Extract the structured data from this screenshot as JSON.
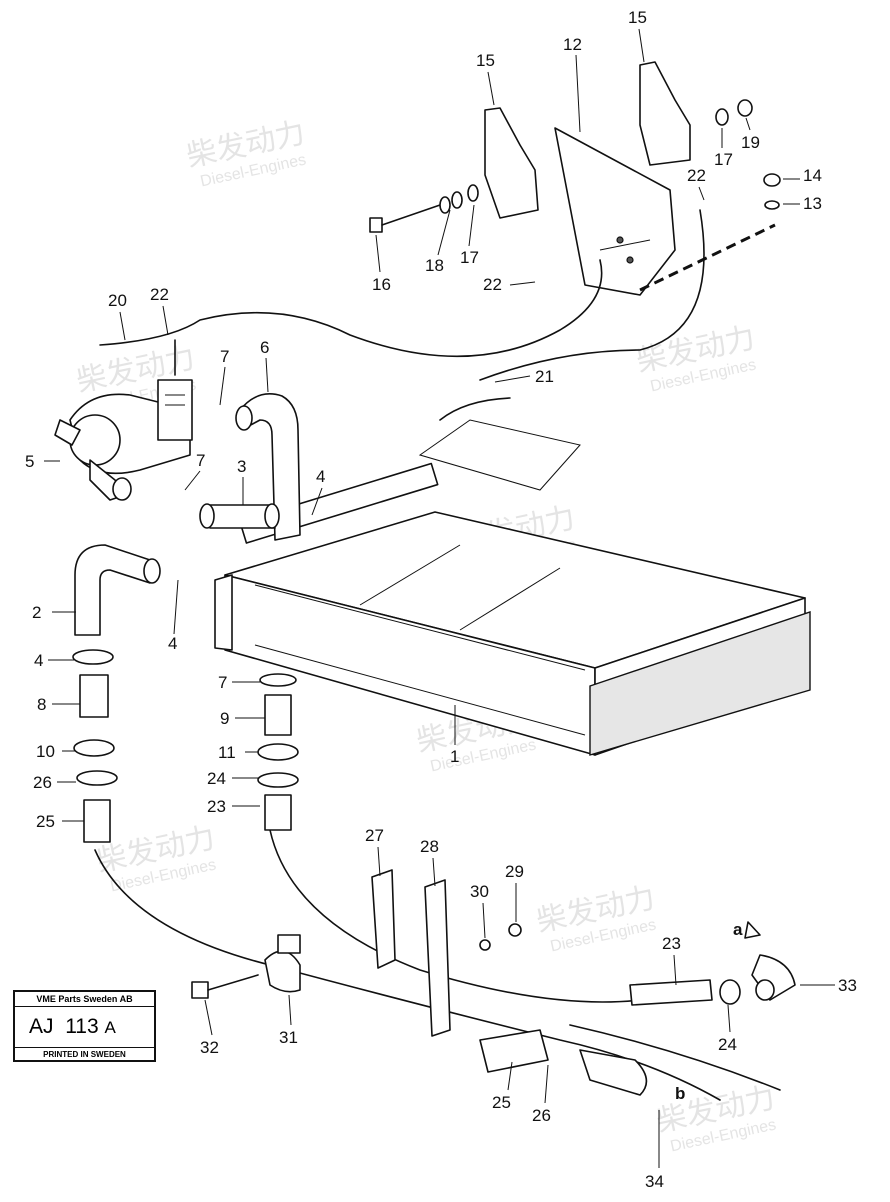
{
  "watermark": {
    "brand": "柴发动力",
    "tagline": "Diesel-Engines"
  },
  "plate": {
    "company": "VME Parts Sweden AB",
    "code_prefix": "AJ",
    "code_number": "113",
    "code_suffix": "A",
    "printed": "PRINTED IN SWEDEN"
  },
  "callouts": {
    "c1": "1",
    "c2": "2",
    "c3": "3",
    "c4a": "4",
    "c4b": "4",
    "c4c": "4",
    "c5": "5",
    "c6": "6",
    "c7a": "7",
    "c7b": "7",
    "c7c": "7",
    "c8": "8",
    "c9": "9",
    "c10": "10",
    "c11": "11",
    "c12": "12",
    "c13": "13",
    "c14": "14",
    "c15a": "15",
    "c15b": "15",
    "c16": "16",
    "c17a": "17",
    "c17b": "17",
    "c18": "18",
    "c19": "19",
    "c20": "20",
    "c21": "21",
    "c22a": "22",
    "c22b": "22",
    "c22c": "22",
    "c23a": "23",
    "c23b": "23",
    "c24a": "24",
    "c24b": "24",
    "c25a": "25",
    "c25b": "25",
    "c26a": "26",
    "c26b": "26",
    "c27": "27",
    "c28": "28",
    "c29": "29",
    "c30": "30",
    "c31": "31",
    "c32": "32",
    "c33": "33",
    "c34": "34",
    "ca": "a",
    "cb": "b"
  }
}
